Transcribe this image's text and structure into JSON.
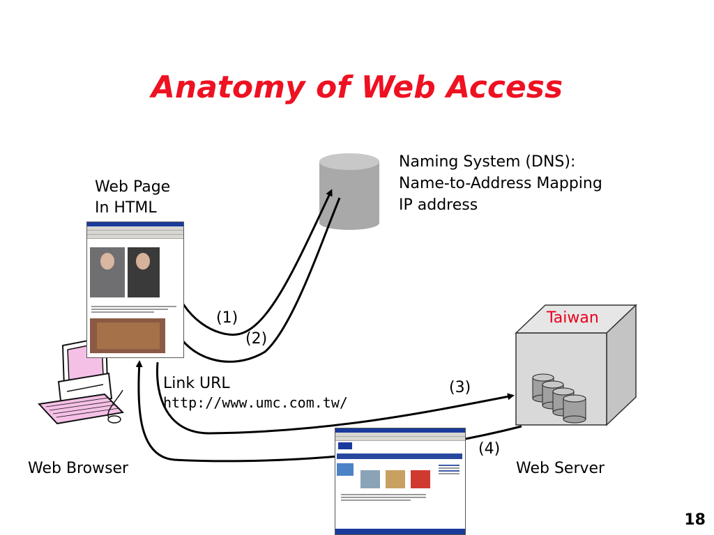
{
  "slide": {
    "title": "Anatomy of Web Access",
    "page_number": "18"
  },
  "labels": {
    "web_page": "Web Page",
    "in_html": "In HTML",
    "dns_line1": "Naming System (DNS):",
    "dns_line2": "Name-to-Address Mapping",
    "dns_line3": "IP address",
    "link_url": "Link URL",
    "url": "http://www.umc.com.tw/",
    "web_browser": "Web Browser",
    "web_server": "Web Server",
    "taiwan": "Taiwan"
  },
  "steps": {
    "s1": "(1)",
    "s2": "(2)",
    "s3": "(3)",
    "s4": "(4)"
  },
  "colors": {
    "title": "#ee1122",
    "taiwan": "#e8001c",
    "dns_cylinder": "#a9a9a9",
    "server_box": "#d9d9d9",
    "computer_screen": "#f5c0e6"
  }
}
